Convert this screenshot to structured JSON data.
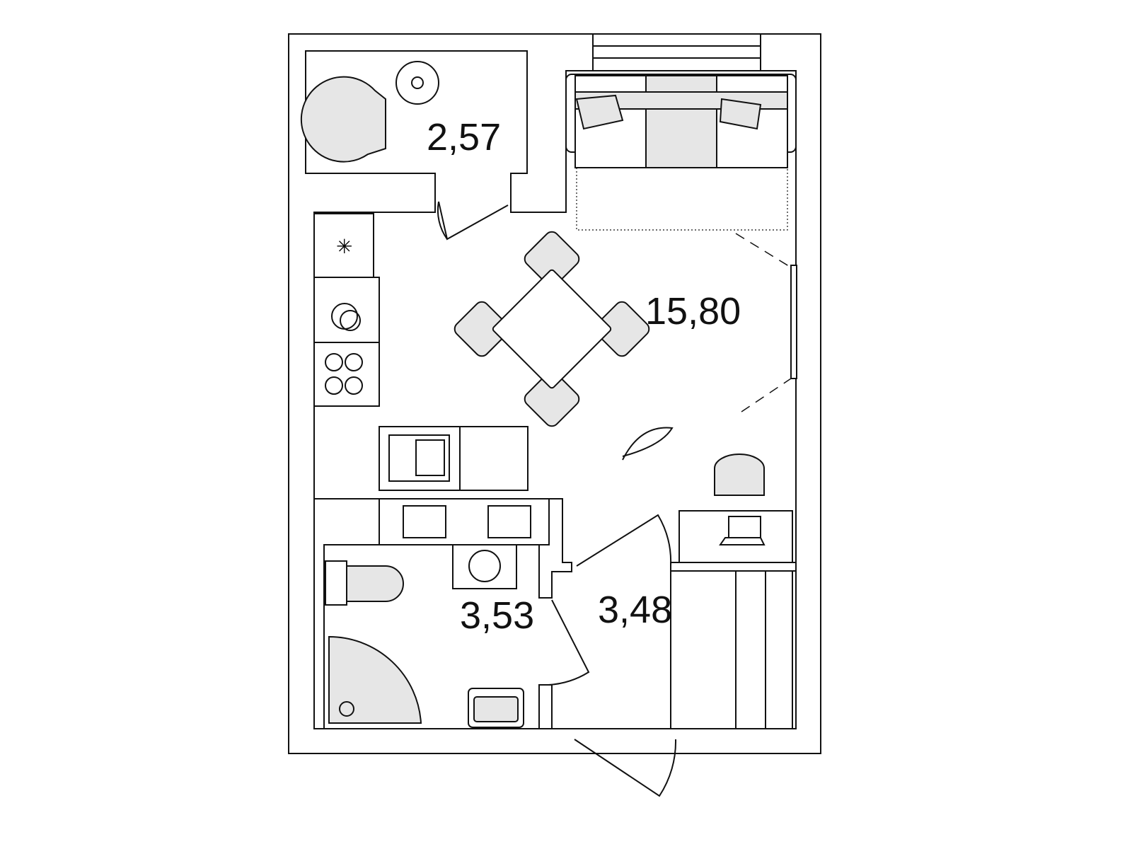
{
  "rooms": {
    "balcony": {
      "area": "2,57"
    },
    "living_room": {
      "area": "15,80"
    },
    "bathroom": {
      "area": "3,53"
    },
    "hallway": {
      "area": "3,48"
    }
  },
  "colors": {
    "line": "#111111",
    "fill": "#e6e6e6",
    "background": "#ffffff"
  }
}
